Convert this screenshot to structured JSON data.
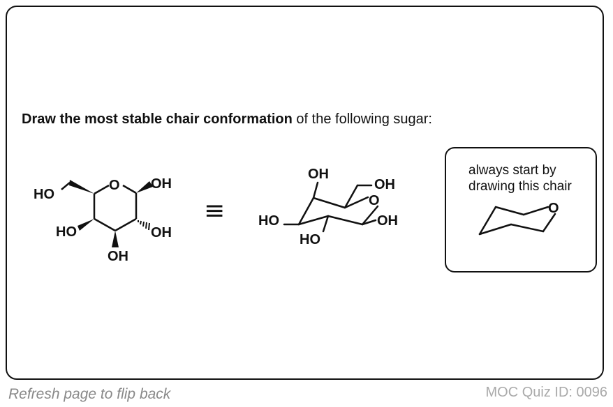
{
  "prompt": {
    "bold": "Draw the most stable chair conformation",
    "rest": " of the following sugar:"
  },
  "hint": {
    "text": "always start by\ndrawing this chair"
  },
  "labels": {
    "haworth": {
      "ho_left": "HO",
      "o_ring": "O",
      "oh_c1": "OH",
      "ho_c4": "HO",
      "oh_c2": "OH",
      "oh_c3": "OH"
    },
    "equivalence": "≡",
    "chair": {
      "oh_top": "OH",
      "oh_ch2": "OH",
      "o_ring": "O",
      "ho_left": "HO",
      "oh_right": "OH",
      "ho_bottom": "HO"
    },
    "hint_chair": {
      "o_ring": "O"
    }
  },
  "footer": {
    "left": "Refresh page to flip back",
    "right": "MOC Quiz ID: 0096"
  }
}
